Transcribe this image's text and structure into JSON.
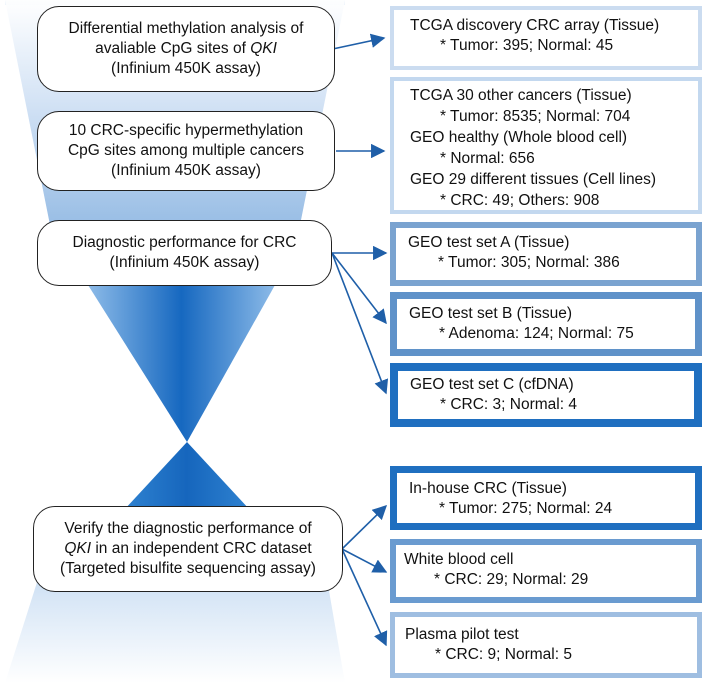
{
  "colors": {
    "border_light": "#c9dcf2",
    "border_mid": "#7ea8d4",
    "border_dark": "#2c7cc4",
    "funnel": "#1a6dc1",
    "arrow": "#1f5fa8"
  },
  "steps": [
    {
      "line1": "Differential methylation analysis of",
      "line2": "avaliable CpG sites of ",
      "line2_em": "QKI",
      "line3": "(Infinium 450K assay)"
    },
    {
      "line1": "10 CRC-specific hypermethylation",
      "line2": "CpG sites among multiple cancers",
      "line3": "(Infinium 450K assay)"
    },
    {
      "line1": "Diagnostic performance for CRC",
      "line2": "(Infinium 450K assay)"
    },
    {
      "line1": "Verify the diagnostic performance of",
      "line2_em": "QKI",
      "line2": " in an independent CRC dataset",
      "line3": "(Targeted bisulfite sequencing assay)"
    }
  ],
  "datasets": {
    "tcga_discovery": {
      "title": "TCGA discovery CRC array (Tissue)",
      "detail": "* Tumor: 395; Normal: 45"
    },
    "multi": {
      "tcga_other_title": "TCGA 30 other cancers (Tissue)",
      "tcga_other_detail": "* Tumor: 8535; Normal: 704",
      "geo_healthy_title": "GEO healthy (Whole blood cell)",
      "geo_healthy_detail": "* Normal: 656",
      "geo_tissues_title": "GEO 29 different tissues (Cell lines)",
      "geo_tissues_detail": "* CRC: 49; Others: 908"
    },
    "geo_a": {
      "title": "GEO test set A (Tissue)",
      "detail": "* Tumor: 305; Normal: 386"
    },
    "geo_b": {
      "title": "GEO test set B (Tissue)",
      "detail": "* Adenoma: 124; Normal: 75"
    },
    "geo_c": {
      "title": "GEO test set C (cfDNA)",
      "detail": "* CRC: 3; Normal: 4"
    },
    "inhouse": {
      "title": "In-house CRC (Tissue)",
      "detail": "* Tumor: 275; Normal: 24"
    },
    "wbc": {
      "title": "White blood cell",
      "detail": "* CRC: 29; Normal: 29"
    },
    "plasma": {
      "title": "Plasma pilot test",
      "detail": "* CRC: 9; Normal: 5"
    }
  }
}
